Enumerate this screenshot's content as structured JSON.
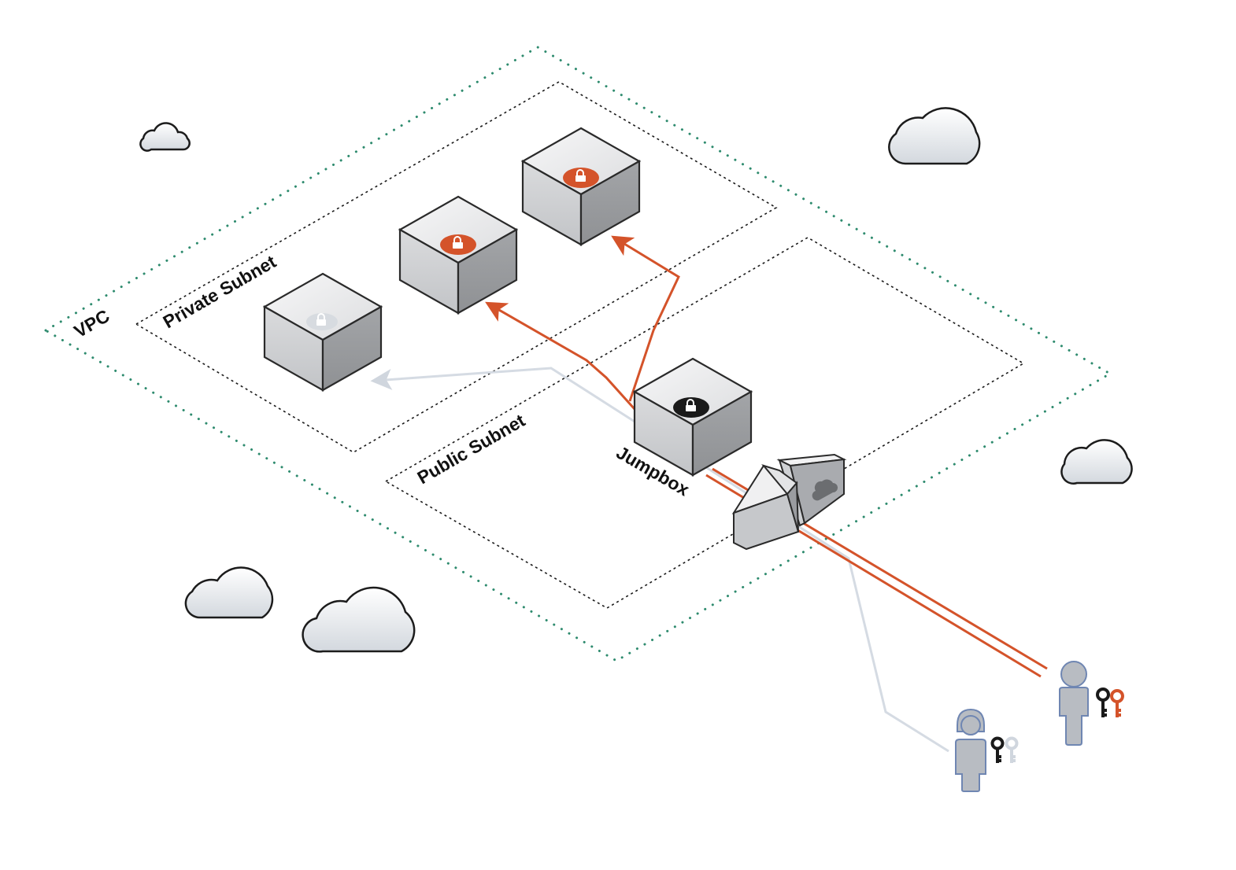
{
  "labels": {
    "vpc": "VPC",
    "private_subnet": "Private Subnet",
    "public_subnet": "Public Subnet",
    "jumpbox": "Jumpbox"
  },
  "colors": {
    "vpc_border": "#2e8b6e",
    "subnet_border": "#1a1a1a",
    "access_path": "#d4532a",
    "denied_path": "#d5dbe3",
    "lock_active": "#d4532a",
    "lock_jumpbox": "#1a1a1a",
    "lock_inactive": "#c8ced6",
    "user_fill": "#b8bcc2",
    "user_stroke": "#6f86b2",
    "server_top": "#ebecee",
    "server_side": "#a7a9ac"
  },
  "icons": [
    "cloud-icon",
    "server-icon",
    "lock-icon",
    "key-icon",
    "user-icon",
    "gateway-icon"
  ],
  "nodes": {
    "servers": [
      {
        "id": "private-server-1",
        "lock": "inactive"
      },
      {
        "id": "private-server-2",
        "lock": "active"
      },
      {
        "id": "private-server-3",
        "lock": "active"
      },
      {
        "id": "jumpbox",
        "lock": "jumpbox"
      }
    ],
    "users": [
      {
        "id": "admin-user",
        "keys": [
          "black",
          "orange"
        ]
      },
      {
        "id": "limited-user",
        "keys": [
          "black",
          "light"
        ]
      }
    ]
  }
}
